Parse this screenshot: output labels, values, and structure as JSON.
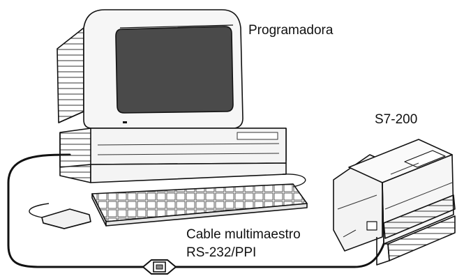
{
  "labels": {
    "programmer": "Programadora",
    "plc": "S7-200",
    "cable_line1": "Cable multimaestro",
    "cable_line2": "RS-232/PPI"
  },
  "colors": {
    "line": "#111111",
    "screen": "#4a4a4a",
    "body": "#f4f4f4",
    "shadow": "#d6d6d6"
  }
}
